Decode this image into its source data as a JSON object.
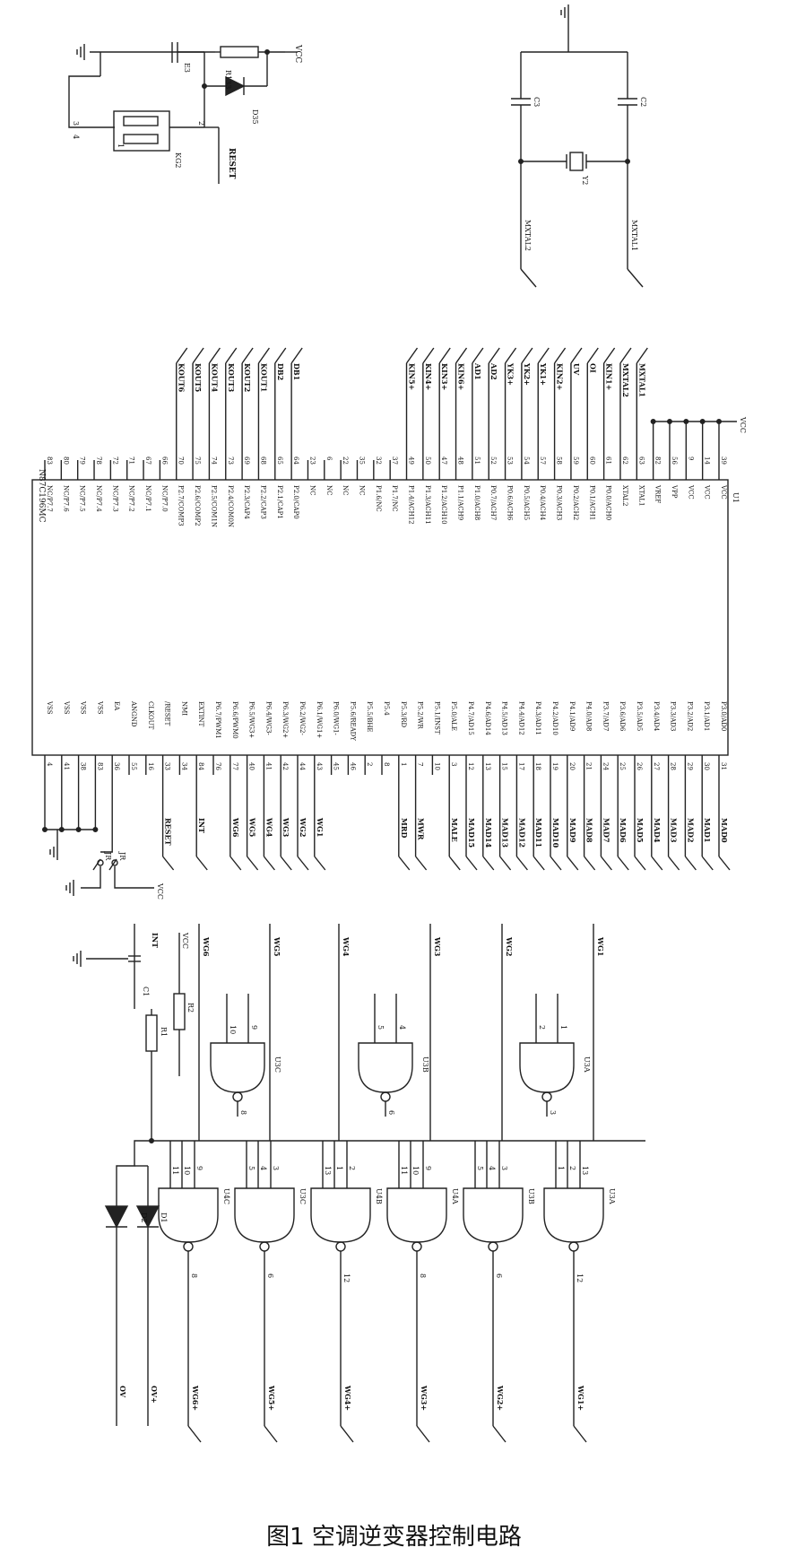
{
  "caption": "图1 空调逆变器控制电路",
  "power": {
    "vcc": "VCC",
    "ov": "OV",
    "ov_plus": "OV+"
  },
  "reset_circuit": {
    "capacitor": "E3",
    "resistor": "R133",
    "diode": "D35",
    "switch": "KG2",
    "pins": [
      "1",
      "2",
      "3",
      "4"
    ],
    "net": "RESET"
  },
  "crystal_circuit": {
    "caps": [
      "C3",
      "C2"
    ],
    "crystal": "Y2",
    "nets": [
      "MXTAL2",
      "MXTAL1"
    ]
  },
  "mcu": {
    "ref": "U1",
    "part": "N87C196MC",
    "top_pins": [
      {
        "num": "83",
        "name": "NC/P7.7",
        "net": ""
      },
      {
        "num": "80",
        "name": "NC/P7.6",
        "net": ""
      },
      {
        "num": "79",
        "name": "NC/P7.5",
        "net": ""
      },
      {
        "num": "78",
        "name": "NC/P7.4",
        "net": ""
      },
      {
        "num": "72",
        "name": "NC/P7.3",
        "net": ""
      },
      {
        "num": "71",
        "name": "NC/P7.2",
        "net": ""
      },
      {
        "num": "67",
        "name": "NC/P7.1",
        "net": ""
      },
      {
        "num": "66",
        "name": "NC/P7.0",
        "net": ""
      },
      {
        "num": "70",
        "name": "P2.7/COMP3",
        "net": "KOUT6"
      },
      {
        "num": "75",
        "name": "P2.6/COMP2",
        "net": "KOUT5"
      },
      {
        "num": "74",
        "name": "P2.5/COM1N",
        "net": "KOUT4"
      },
      {
        "num": "73",
        "name": "P2.4/COM0N",
        "net": "KOUT3"
      },
      {
        "num": "69",
        "name": "P2.3/CAP4",
        "net": "KOUT2"
      },
      {
        "num": "68",
        "name": "P2.2/CAP3",
        "net": "KOUT1"
      },
      {
        "num": "65",
        "name": "P2.1/CAP1",
        "net": "DB2"
      },
      {
        "num": "64",
        "name": "P2.0/CAP0",
        "net": "DB1"
      },
      {
        "num": "23",
        "name": "NC",
        "net": ""
      },
      {
        "num": "6",
        "name": "NC",
        "net": ""
      },
      {
        "num": "22",
        "name": "NC",
        "net": ""
      },
      {
        "num": "35",
        "name": "NC",
        "net": ""
      },
      {
        "num": "32",
        "name": "P1.6/NC",
        "net": ""
      },
      {
        "num": "37",
        "name": "P1.7/NC",
        "net": ""
      },
      {
        "num": "49",
        "name": "P1.4/ACH12",
        "net": "KIN5+"
      },
      {
        "num": "50",
        "name": "P1.3/ACH11",
        "net": "KIN4+"
      },
      {
        "num": "47",
        "name": "P1.2/ACH10",
        "net": "KIN3+"
      },
      {
        "num": "48",
        "name": "P1.1/ACH9",
        "net": "KIN6+"
      },
      {
        "num": "51",
        "name": "P1.0/ACH8",
        "net": "AD1"
      },
      {
        "num": "52",
        "name": "P0.7/ACH7",
        "net": "AD2"
      },
      {
        "num": "53",
        "name": "P0.6/ACH6",
        "net": "YK3+"
      },
      {
        "num": "54",
        "name": "P0.5/ACH5",
        "net": "YK2+"
      },
      {
        "num": "57",
        "name": "P0.4/ACH4",
        "net": "YK1+"
      },
      {
        "num": "58",
        "name": "P0.3/ACH3",
        "net": "KIN2+"
      },
      {
        "num": "59",
        "name": "P0.2/ACH2",
        "net": "UV"
      },
      {
        "num": "60",
        "name": "P0.1/ACH1",
        "net": "OI"
      },
      {
        "num": "61",
        "name": "P0.0/ACH0",
        "net": "KIN1+"
      },
      {
        "num": "62",
        "name": "XTAL2",
        "net": "MXTAL2"
      },
      {
        "num": "63",
        "name": "XTAL1",
        "net": "MXTAL1"
      },
      {
        "num": "82",
        "name": "VREF",
        "net": ""
      },
      {
        "num": "56",
        "name": "VPP",
        "net": ""
      },
      {
        "num": "9",
        "name": "VCC",
        "net": ""
      },
      {
        "num": "14",
        "name": "VCC",
        "net": ""
      },
      {
        "num": "39",
        "name": "VCC",
        "net": ""
      }
    ],
    "bottom_pins": [
      {
        "num": "4",
        "name": "VSS",
        "net": ""
      },
      {
        "num": "41",
        "name": "VSS",
        "net": ""
      },
      {
        "num": "38",
        "name": "VSS",
        "net": ""
      },
      {
        "num": "83",
        "name": "VSS",
        "net": ""
      },
      {
        "num": "36",
        "name": "EA",
        "net": ""
      },
      {
        "num": "55",
        "name": "ANGND",
        "net": ""
      },
      {
        "num": "16",
        "name": "CLKOUT",
        "net": ""
      },
      {
        "num": "33",
        "name": "/RESET",
        "net": "RESET"
      },
      {
        "num": "34",
        "name": "NMI",
        "net": ""
      },
      {
        "num": "84",
        "name": "EXTINT",
        "net": "INT"
      },
      {
        "num": "76",
        "name": "P6.7/PWM1",
        "net": ""
      },
      {
        "num": "77",
        "name": "P6.6/PWM0",
        "net": "WG6"
      },
      {
        "num": "40",
        "name": "P6.5/WG3+",
        "net": "WG5"
      },
      {
        "num": "41",
        "name": "P6.4/WG3-",
        "net": "WG4"
      },
      {
        "num": "42",
        "name": "P6.3/WG2+",
        "net": "WG3"
      },
      {
        "num": "44",
        "name": "P6.2/WG2-",
        "net": "WG2"
      },
      {
        "num": "43",
        "name": "P6.1/WG1+",
        "net": "WG1"
      },
      {
        "num": "45",
        "name": "P6.0/WG1-",
        "net": ""
      },
      {
        "num": "46",
        "name": "P5.6/READY",
        "net": ""
      },
      {
        "num": "2",
        "name": "P5.5/BHE",
        "net": ""
      },
      {
        "num": "8",
        "name": "P5.4",
        "net": ""
      },
      {
        "num": "1",
        "name": "P5.3/RD",
        "net": "MRD"
      },
      {
        "num": "7",
        "name": "P5.2/WR",
        "net": "MWR"
      },
      {
        "num": "10",
        "name": "P5.1/INST",
        "net": ""
      },
      {
        "num": "3",
        "name": "P5.0/ALE",
        "net": "MALE"
      },
      {
        "num": "12",
        "name": "P4.7/AD15",
        "net": "MAD15"
      },
      {
        "num": "13",
        "name": "P4.6/AD14",
        "net": "MAD14"
      },
      {
        "num": "15",
        "name": "P4.5/AD13",
        "net": "MAD13"
      },
      {
        "num": "17",
        "name": "P4.4/AD12",
        "net": "MAD12"
      },
      {
        "num": "18",
        "name": "P4.3/AD11",
        "net": "MAD11"
      },
      {
        "num": "19",
        "name": "P4.2/AD10",
        "net": "MAD10"
      },
      {
        "num": "20",
        "name": "P4.1/AD9",
        "net": "MAD9"
      },
      {
        "num": "21",
        "name": "P4.0/AD8",
        "net": "MAD8"
      },
      {
        "num": "24",
        "name": "P3.7/AD7",
        "net": "MAD7"
      },
      {
        "num": "25",
        "name": "P3.6/AD6",
        "net": "MAD6"
      },
      {
        "num": "26",
        "name": "P3.5/AD5",
        "net": "MAD5"
      },
      {
        "num": "27",
        "name": "P3.4/AD4",
        "net": "MAD4"
      },
      {
        "num": "28",
        "name": "P3.3/AD3",
        "net": "MAD3"
      },
      {
        "num": "29",
        "name": "P3.2/AD2",
        "net": "MAD2"
      },
      {
        "num": "30",
        "name": "P3.1/AD1",
        "net": "MAD1"
      },
      {
        "num": "31",
        "name": "P3.0/AD0",
        "net": "MAD0"
      }
    ],
    "jumpers": [
      "JR",
      "JR"
    ]
  },
  "gate_circuit": {
    "c1": "C1",
    "r1": "R1",
    "r2": "R2",
    "d1": "D1",
    "d2": "D2",
    "int_net": "INT",
    "inputs": [
      "WG6",
      "WG5",
      "WG4",
      "WG3",
      "WG2",
      "WG1"
    ],
    "upper_gates": [
      {
        "ref": "U3C",
        "pins": [
          "10",
          "9",
          "8"
        ]
      },
      {
        "ref": "U3B",
        "pins": [
          "5",
          "4",
          "6"
        ]
      },
      {
        "ref": "U3A",
        "pins": [
          "2",
          "1",
          "3"
        ]
      }
    ],
    "lower_gates": [
      {
        "ref": "U4C",
        "pins": [
          "11",
          "10",
          "9",
          "8"
        ],
        "out": "WG6+"
      },
      {
        "ref": "U3C",
        "pins": [
          "5",
          "4",
          "3",
          "6"
        ],
        "out": "WG5+"
      },
      {
        "ref": "U4B",
        "pins": [
          "13",
          "1",
          "2",
          "12"
        ],
        "out": "WG4+"
      },
      {
        "ref": "U4A",
        "pins": [
          "11",
          "10",
          "9",
          "8"
        ],
        "out": "WG3+"
      },
      {
        "ref": "U3B",
        "pins": [
          "5",
          "4",
          "3",
          "6"
        ],
        "out": "WG2+"
      },
      {
        "ref": "U3A",
        "pins": [
          "1",
          "2",
          "13",
          "12"
        ],
        "out": "WG1+"
      }
    ]
  }
}
